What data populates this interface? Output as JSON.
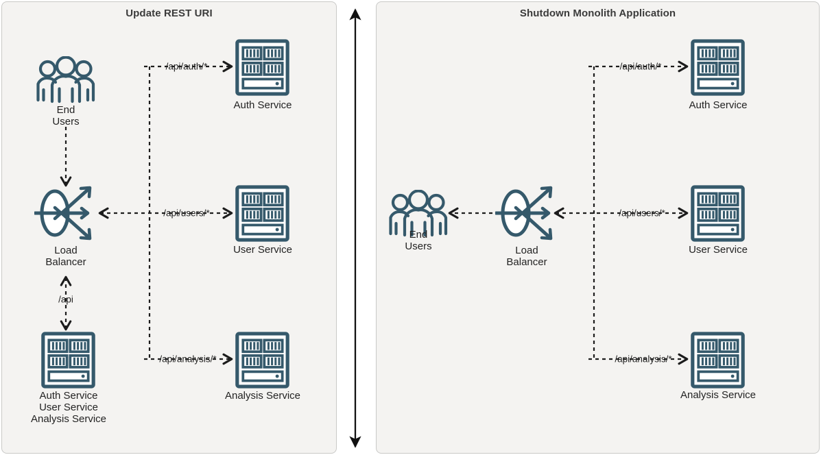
{
  "colors": {
    "teal": "#35596b",
    "panel_bg": "#f4f3f1",
    "panel_border": "#c9c9c7",
    "title_text": "#3b3b3b",
    "label_text": "#232323",
    "arrow_black": "#111111"
  },
  "panels": {
    "left": {
      "title": "Update REST URI"
    },
    "right": {
      "title": "Shutdown Monolith Application"
    }
  },
  "left_panel": {
    "nodes": {
      "end_users": {
        "caption": "End\nUsers",
        "caption_line1": "End",
        "caption_line2": "Users"
      },
      "auth_service": {
        "caption": "Auth Service"
      },
      "load_balancer": {
        "caption_line1": "Load",
        "caption_line2": "Balancer"
      },
      "user_service": {
        "caption": "User Service"
      },
      "monolith": {
        "caption_line1": "Auth Service",
        "caption_line2": "User Service",
        "caption_line3": "Analysis Service"
      },
      "analysis_service": {
        "caption": "Analysis Service"
      }
    },
    "edges": {
      "auth_route": "/api/auth/*",
      "users_route": "/api/users/*",
      "analysis_route": "/api/analysis/*",
      "api_route": "/api"
    }
  },
  "right_panel": {
    "nodes": {
      "end_users": {
        "caption_line1": "End",
        "caption_line2": "Users"
      },
      "load_balancer": {
        "caption_line1": "Load",
        "caption_line2": "Balancer"
      },
      "auth_service": {
        "caption": "Auth Service"
      },
      "user_service": {
        "caption": "User Service"
      },
      "analysis_service": {
        "caption": "Analysis Service"
      }
    },
    "edges": {
      "auth_route": "/api/auth/*",
      "users_route": "/api/users/*",
      "analysis_route": "/api/analysis/*"
    }
  },
  "center_arrow": {
    "name": "vertical-double-arrow"
  }
}
